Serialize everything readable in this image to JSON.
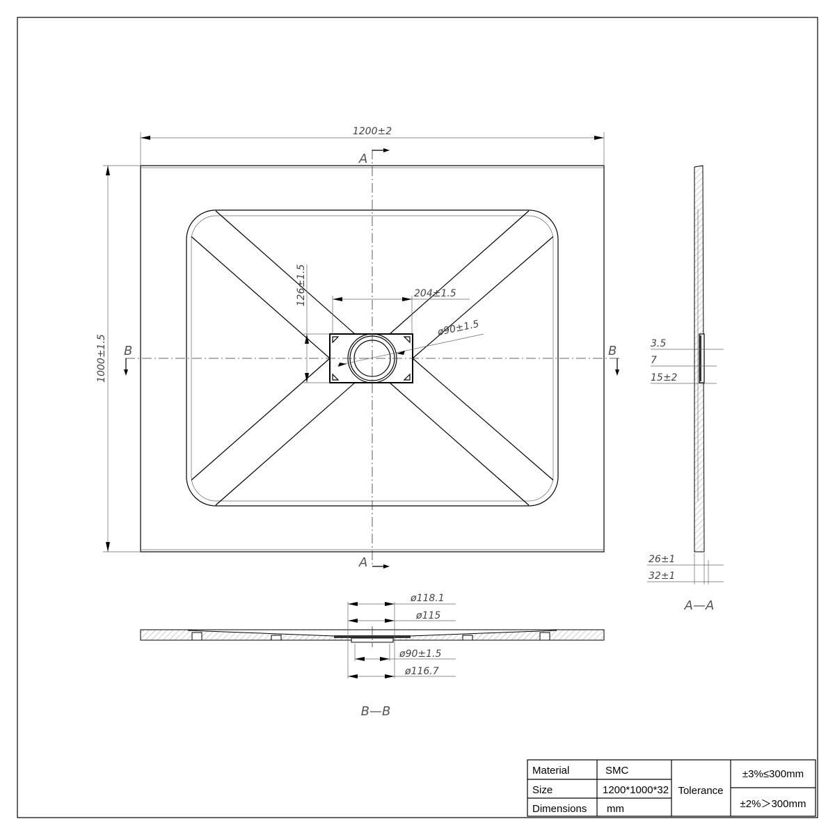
{
  "plan": {
    "width_dim": "1200±2",
    "height_dim": "1000±1.5",
    "drain_width_dim": "204±1.5",
    "drain_height_dim": "126±1.5",
    "drain_diameter_dim": "ø90±1.5",
    "section_a": "A",
    "section_b": "B"
  },
  "section_aa": {
    "title": "A—A",
    "dims": [
      "3.5",
      "7",
      "15±2",
      "26±1",
      "32±1"
    ]
  },
  "section_bb": {
    "title": "B—B",
    "dims": [
      "ø118.1",
      "ø115",
      "ø90±1.5",
      "ø116.7"
    ]
  },
  "title_block": {
    "material_label": "Material",
    "material_value": "SMC",
    "size_label": "Size",
    "size_value": "1200*1000*32",
    "dimensions_label": "Dimensions",
    "dimensions_value": "mm",
    "tolerance_label": "Tolerance",
    "tolerance_1": "±3%≤300mm",
    "tolerance_2": "±2%＞300mm"
  }
}
